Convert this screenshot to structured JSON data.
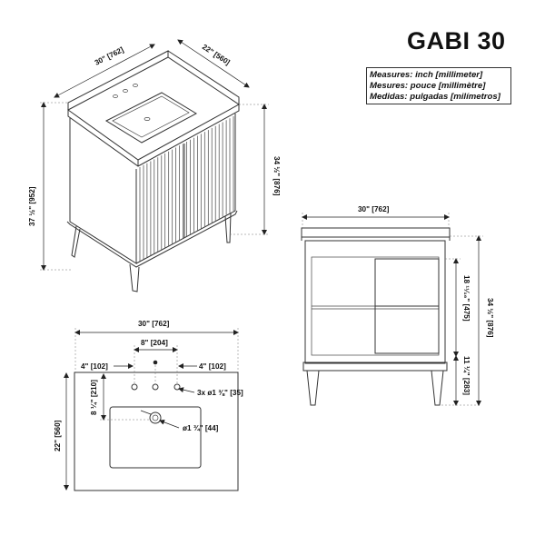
{
  "header": {
    "title": "GABI 30"
  },
  "legend": {
    "lines": [
      "Measures: inch [millimeter]",
      "Mesures: pouce [millimètre]",
      "Medidas: pulgadas [milímetros]"
    ]
  },
  "iso_view": {
    "width_label": "30\" [762]",
    "depth_label": "22\" [560]",
    "counter_height_label": "34 ½\" [876]",
    "total_height_label": "37 ½\" [952]"
  },
  "front_view": {
    "width_label": "30\" [762]",
    "inner_height_label": "18 ¹¹⁄₁₆\" [475]",
    "leg_height_label": "11 ¼\" [283]",
    "total_height_label": "34 ½\" [876]"
  },
  "top_view": {
    "width_label": "30\" [762]",
    "faucet_spread_label": "8\" [204]",
    "left_offset_label": "4\" [102]",
    "right_offset_label": "4\" [102]",
    "hole_depth_label": "8 ¼\" [210]",
    "holes_label": "3x ø1 ⅜\" [35]",
    "drain_label": "ø1 ¾\" [44]",
    "depth_label": "22\" [560]"
  }
}
